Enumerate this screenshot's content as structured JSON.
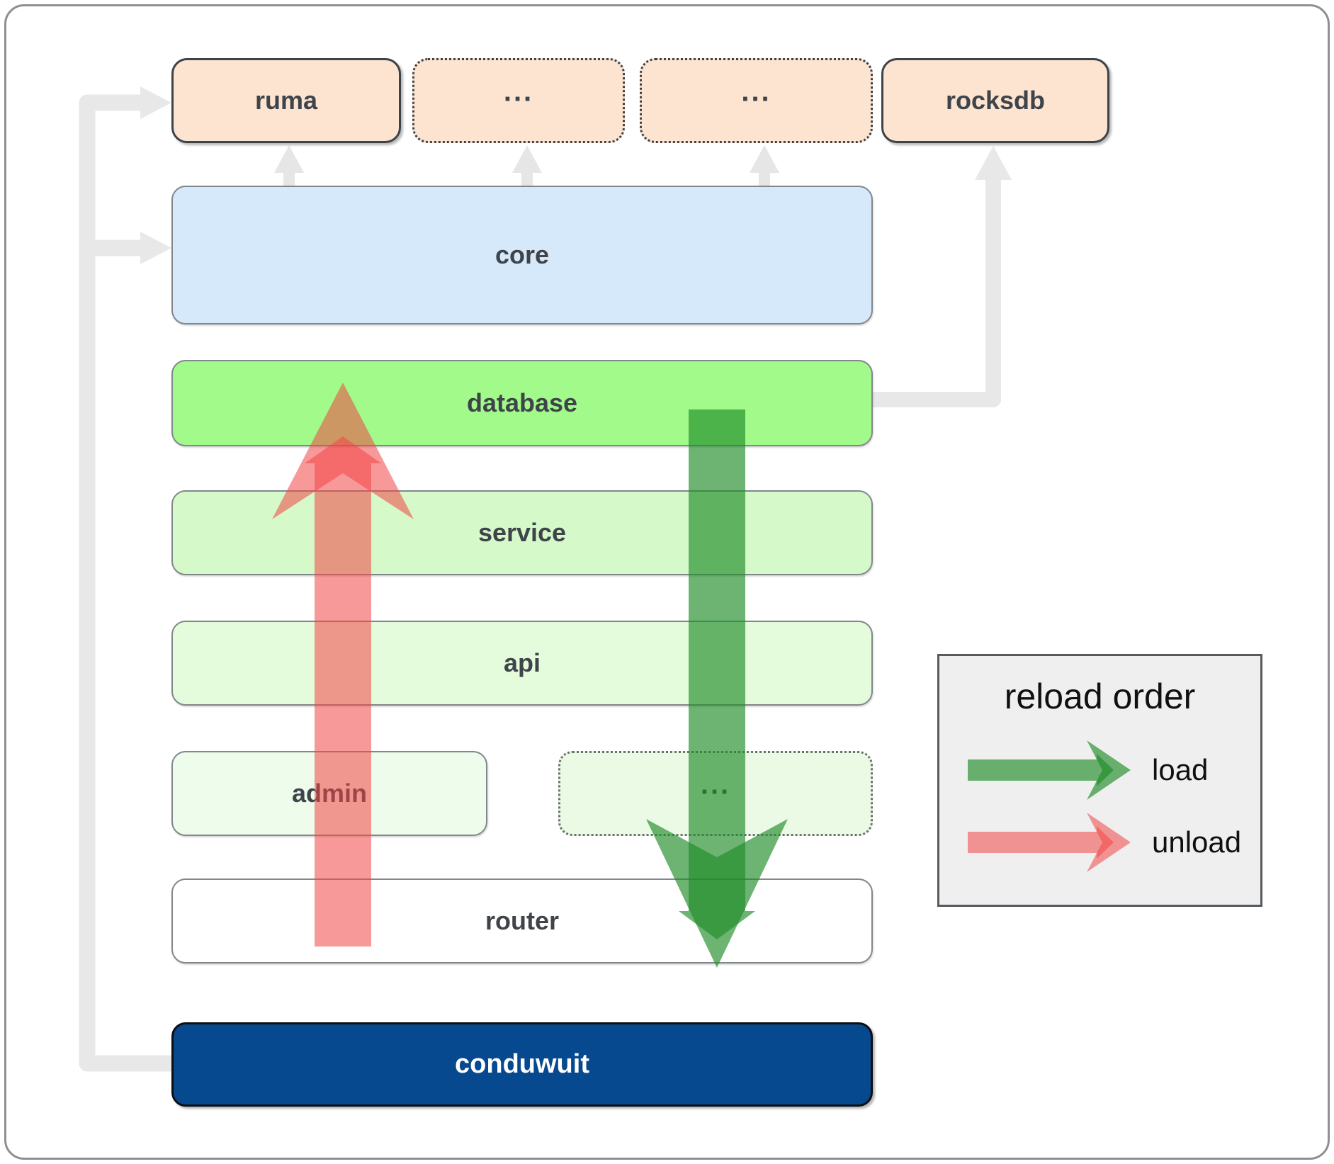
{
  "diagram": {
    "nodes": [
      {
        "id": "ruma",
        "label": "ruma"
      },
      {
        "id": "ext1",
        "label": "..."
      },
      {
        "id": "ext2",
        "label": "..."
      },
      {
        "id": "rocksdb",
        "label": "rocksdb"
      },
      {
        "id": "core",
        "label": "core"
      },
      {
        "id": "database",
        "label": "database"
      },
      {
        "id": "service",
        "label": "service"
      },
      {
        "id": "api",
        "label": "api"
      },
      {
        "id": "admin",
        "label": "admin"
      },
      {
        "id": "ext3",
        "label": "..."
      },
      {
        "id": "router",
        "label": "router"
      },
      {
        "id": "conduwuit",
        "label": "conduwuit"
      }
    ],
    "arrows": {
      "load": {
        "direction": "down",
        "from": "database",
        "to": "router",
        "color": "rgba(30,140,40,0.65)"
      },
      "unload": {
        "direction": "up",
        "from": "router",
        "to": "database",
        "color": "rgba(242,70,70,0.55)"
      }
    }
  },
  "legend": {
    "title": "reload order",
    "items": [
      {
        "id": "load",
        "label": "load",
        "color": "#359a3e"
      },
      {
        "id": "unload",
        "label": "unload",
        "color": "#f46b6b"
      }
    ]
  },
  "colors": {
    "peach_box": "#fce4d1",
    "core_box": "#d6e9fb",
    "database_box": "#a1fa8a",
    "service_box": "#d5f9c8",
    "api_box": "#e4fbdc",
    "admin_box": "#edfceb",
    "ext_green_box": "#eafae4",
    "router_box": "#ffffff",
    "conduwuit_box": "#07498f",
    "connector_gray": "#e8e8e8",
    "legend_bg": "#efefef",
    "label_text": "#3f444a"
  }
}
